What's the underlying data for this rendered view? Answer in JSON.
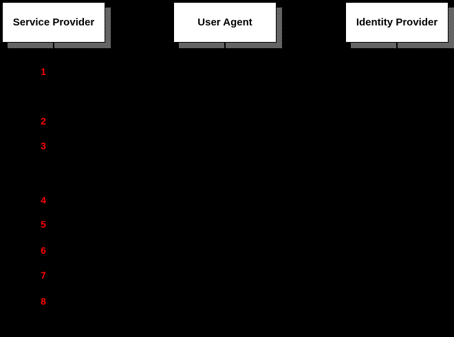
{
  "diagram": {
    "kind": "sequence-diagram",
    "actors": [
      {
        "label": "Service Provider"
      },
      {
        "label": "User Agent"
      },
      {
        "label": "Identity Provider"
      }
    ],
    "steps": [
      {
        "number": "1"
      },
      {
        "number": "2"
      },
      {
        "number": "3"
      },
      {
        "number": "4"
      },
      {
        "number": "5"
      },
      {
        "number": "6"
      },
      {
        "number": "7"
      },
      {
        "number": "8"
      }
    ],
    "colors": {
      "background": "#000000",
      "actor_bg": "#ffffff",
      "actor_text": "#000000",
      "shadow_light": "#c8c8c8",
      "step_number": "#ff0000"
    }
  }
}
